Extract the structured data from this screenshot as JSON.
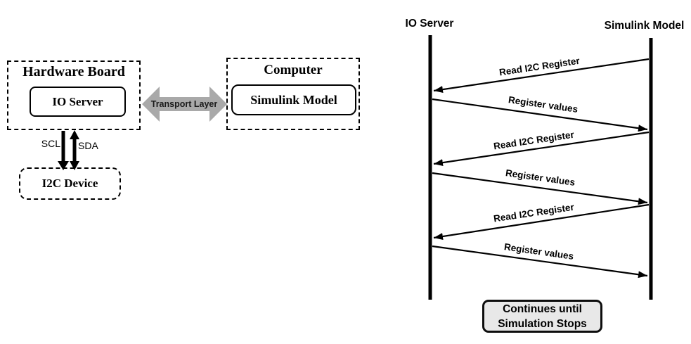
{
  "block_diagram": {
    "hardware_board": {
      "title": "Hardware Board",
      "component": "IO Server"
    },
    "bus": {
      "scl_label": "SCL",
      "sda_label": "SDA"
    },
    "i2c_device_label": "I2C Device",
    "transport_arrow": {
      "label": "Transport Layer",
      "fill": "#a9a9a9"
    },
    "computer": {
      "title": "Computer",
      "component": "Simulink Model"
    }
  },
  "sequence_diagram": {
    "lifelines": [
      {
        "name": "IO Server"
      },
      {
        "name": "Simulink Model"
      }
    ],
    "messages": [
      {
        "label": "Read  I2C Register",
        "from": "Simulink Model",
        "to": "IO Server",
        "direction": "right-to-left"
      },
      {
        "label": "Register values",
        "from": "IO Server",
        "to": "Simulink Model",
        "direction": "left-to-right"
      },
      {
        "label": "Read  I2C Register",
        "from": "Simulink Model",
        "to": "IO Server",
        "direction": "right-to-left"
      },
      {
        "label": "Register values",
        "from": "IO Server",
        "to": "Simulink Model",
        "direction": "left-to-right"
      },
      {
        "label": "Read  I2C Register",
        "from": "Simulink Model",
        "to": "IO Server",
        "direction": "right-to-left"
      },
      {
        "label": "Register values",
        "from": "IO Server",
        "to": "Simulink Model",
        "direction": "left-to-right"
      }
    ],
    "note": {
      "line1": "Continues until",
      "line2": "Simulation Stops",
      "fill": "#e8e8e8"
    }
  }
}
